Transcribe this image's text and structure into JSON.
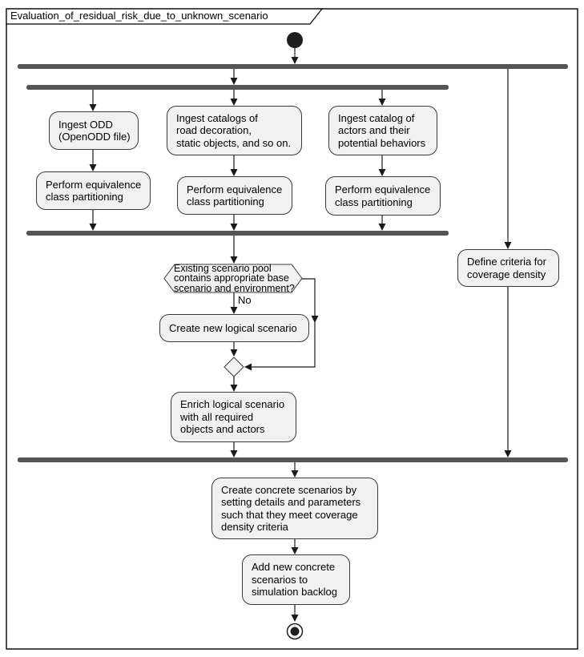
{
  "diagram": {
    "type": "uml-activity-diagram",
    "title": "Evaluation_of_residual_risk_due_to_unknown_scenario"
  },
  "nodes": {
    "ingest_odd": "Ingest ODD\n(OpenODD file)",
    "ingest_catalogs": "Ingest catalogs of\nroad decoration,\nstatic objects, and so on.",
    "ingest_actors": "Ingest catalog of\nactors and their\npotential behaviors",
    "perform_eq_1": "Perform equivalence\nclass partitioning",
    "perform_eq_2": "Perform equivalence\nclass partitioning",
    "perform_eq_3": "Perform equivalence\nclass partitioning",
    "decision": "Existing scenario pool\ncontains appropriate base\nscenario and environment?",
    "create_logical": "Create new logical scenario",
    "enrich_logical": "Enrich logical scenario\nwith all required\nobjects and actors",
    "define_criteria": "Define criteria for\ncoverage density",
    "create_concrete": "Create concrete scenarios by\nsetting details and parameters\nsuch that they meet coverage\ndensity criteria",
    "add_backlog": "Add new concrete\nscenarios to\nsimulation backlog"
  },
  "edge_labels": {
    "decision_no": "No"
  },
  "colors": {
    "background": "#FFFFFF",
    "text": "#000000",
    "frame_border": "#000000",
    "bar": "#555555",
    "node_fill": "#F1F1F1",
    "node_border": "#3A3A3A",
    "edge": "#1A1A1A"
  }
}
